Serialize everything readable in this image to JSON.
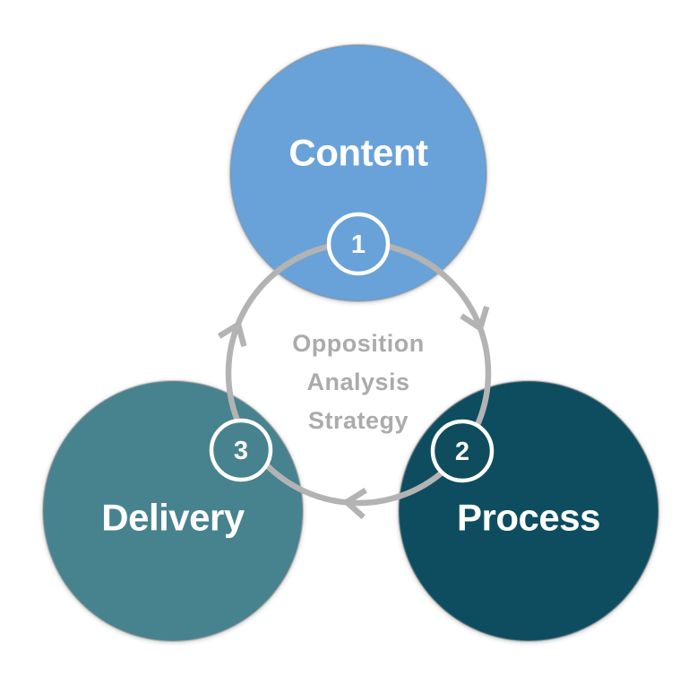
{
  "diagram": {
    "nodes": [
      {
        "id": "content",
        "label": "Content",
        "number": "1",
        "color": "#68A2D8"
      },
      {
        "id": "process",
        "label": "Process",
        "number": "2",
        "color": "#0F4D5E"
      },
      {
        "id": "delivery",
        "label": "Delivery",
        "number": "3",
        "color": "#47828F"
      }
    ],
    "center_lines": [
      "Opposition",
      "Analysis",
      "Strategy"
    ],
    "colors": {
      "ring": "#B3B3B3",
      "center_text": "#ABABAB",
      "label_text": "#FFFFFF",
      "background": "#FFFFFF"
    }
  }
}
